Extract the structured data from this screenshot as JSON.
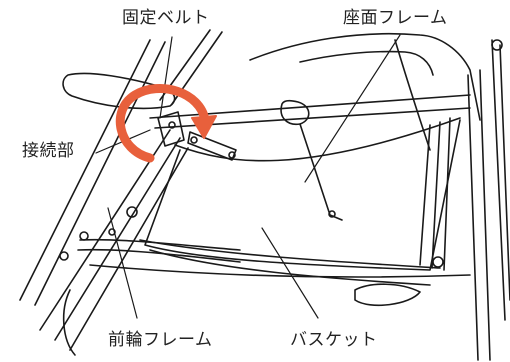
{
  "labels": {
    "fixing_belt": "固定ベルト",
    "seat_frame": "座面フレーム",
    "joint": "接続部",
    "front_wheel_frame": "前輪フレーム",
    "basket": "バスケット"
  },
  "colors": {
    "accent_arrow": "#e8603c",
    "line": "#1a1a1a",
    "text": "#222222"
  },
  "icons": {
    "rotation_arrow": "curved-rotation-arrow-icon"
  }
}
